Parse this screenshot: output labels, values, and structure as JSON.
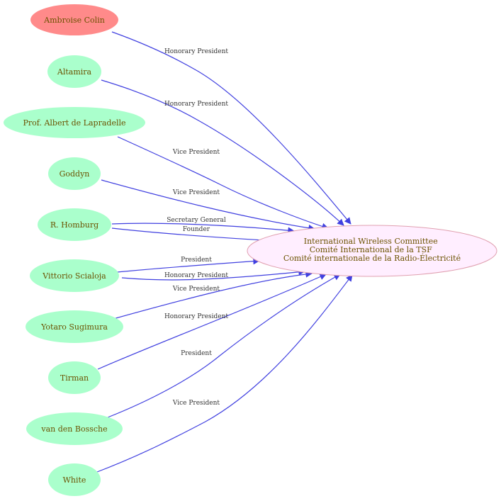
{
  "colors": {
    "highlight_fill": "#ff8a8a",
    "node_fill": "#aaffcc",
    "center_fill": "#ffeeff",
    "center_stroke": "#e0a0b0",
    "edge": "#4040e0",
    "node_text": "#6b5200"
  },
  "center": {
    "lines": [
      "International Wireless Committee",
      "Comité International de la TSF",
      "Comité internationale de la Radio-Électricité"
    ]
  },
  "nodes": [
    {
      "name": "Ambroise Colin",
      "highlight": true
    },
    {
      "name": "Altamira",
      "highlight": false
    },
    {
      "name": "Prof. Albert de Lapradelle",
      "highlight": false
    },
    {
      "name": "Goddyn",
      "highlight": false
    },
    {
      "name": "R. Homburg",
      "highlight": false
    },
    {
      "name": "Vittorio Scialoja",
      "highlight": false
    },
    {
      "name": "Yotaro Sugimura",
      "highlight": false
    },
    {
      "name": "Tirman",
      "highlight": false
    },
    {
      "name": "van den Bossche",
      "highlight": false
    },
    {
      "name": "White",
      "highlight": false
    }
  ],
  "edges": [
    {
      "from": "Ambroise Colin",
      "label": "Honorary President"
    },
    {
      "from": "Altamira",
      "label": "Honorary President"
    },
    {
      "from": "Prof. Albert de Lapradelle",
      "label": "Vice President"
    },
    {
      "from": "Goddyn",
      "label": "Vice President"
    },
    {
      "from": "R. Homburg",
      "label": "Secretary General"
    },
    {
      "from": "R. Homburg",
      "label": "Founder"
    },
    {
      "from": "Vittorio Scialoja",
      "label": "President"
    },
    {
      "from": "Vittorio Scialoja",
      "label": "Honorary President"
    },
    {
      "from": "Yotaro Sugimura",
      "label": "Vice President"
    },
    {
      "from": "Tirman",
      "label": "Honorary President"
    },
    {
      "from": "van den Bossche",
      "label": "President"
    },
    {
      "from": "White",
      "label": "Vice President"
    }
  ]
}
